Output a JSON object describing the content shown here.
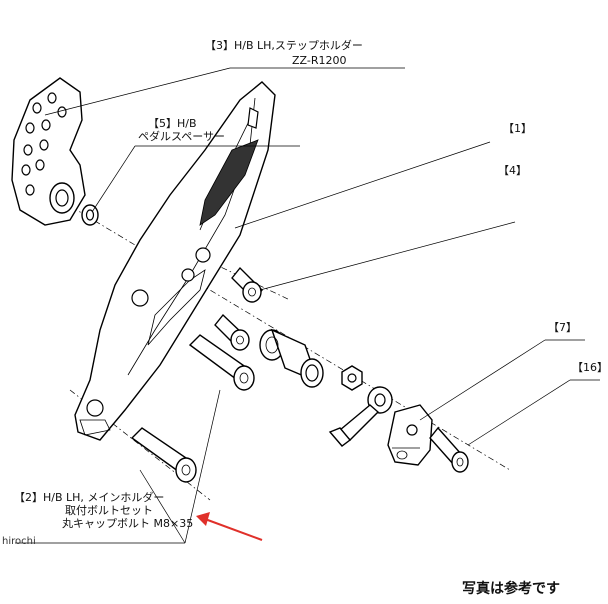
{
  "labels": {
    "part3": {
      "line1": "【3】H/B LH,ステップホルダー",
      "line2": "ZZ-R1200"
    },
    "part5": {
      "line1": "【5】H/B",
      "line2": "ペダルスペーサー"
    },
    "part1": "【1】",
    "part4": "【4】",
    "part7": "【7】",
    "part16": "【16】",
    "part2": {
      "line1": "【2】H/B LH, メインホルダー",
      "line2": "取付ボルトセット",
      "line3": "丸キャップボルト M8×35"
    }
  },
  "watermark": "hirochi",
  "note": "写真は参考です",
  "colors": {
    "line": "#000000",
    "arrow": "#e0302a",
    "background": "#ffffff"
  }
}
